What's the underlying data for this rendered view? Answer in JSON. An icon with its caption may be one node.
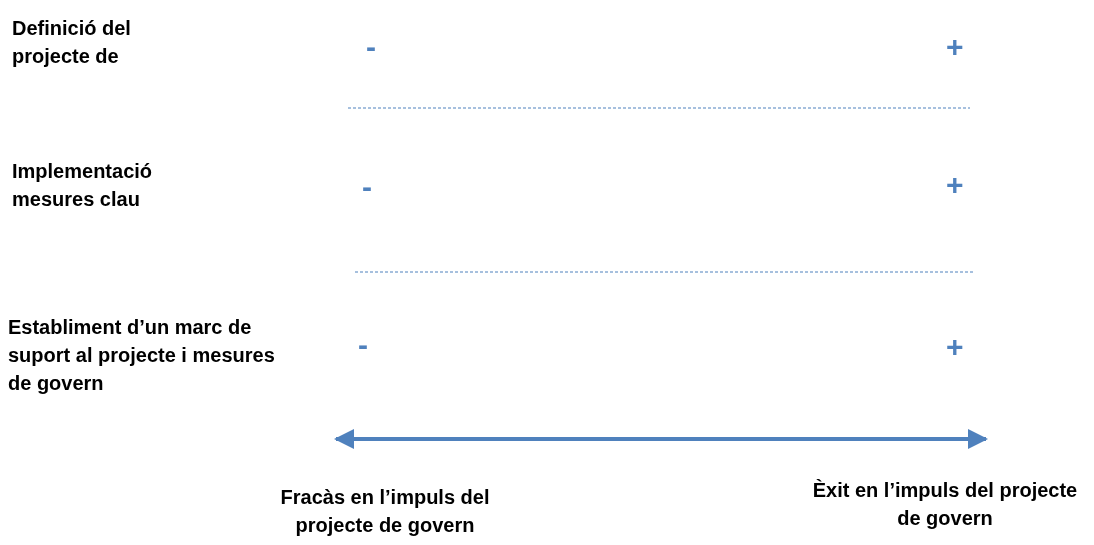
{
  "diagram": {
    "labels": [
      "Definició del projecte de",
      "-",
      "+",
      "Implementació mesures clau",
      "-",
      "+",
      "Establiment d’un marc de suport al projecte i mesures de govern",
      "-",
      "+",
      "Fracàs en l’impuls del projecte de govern",
      "Èxit en l’impuls del projecte de govern"
    ]
  }
}
